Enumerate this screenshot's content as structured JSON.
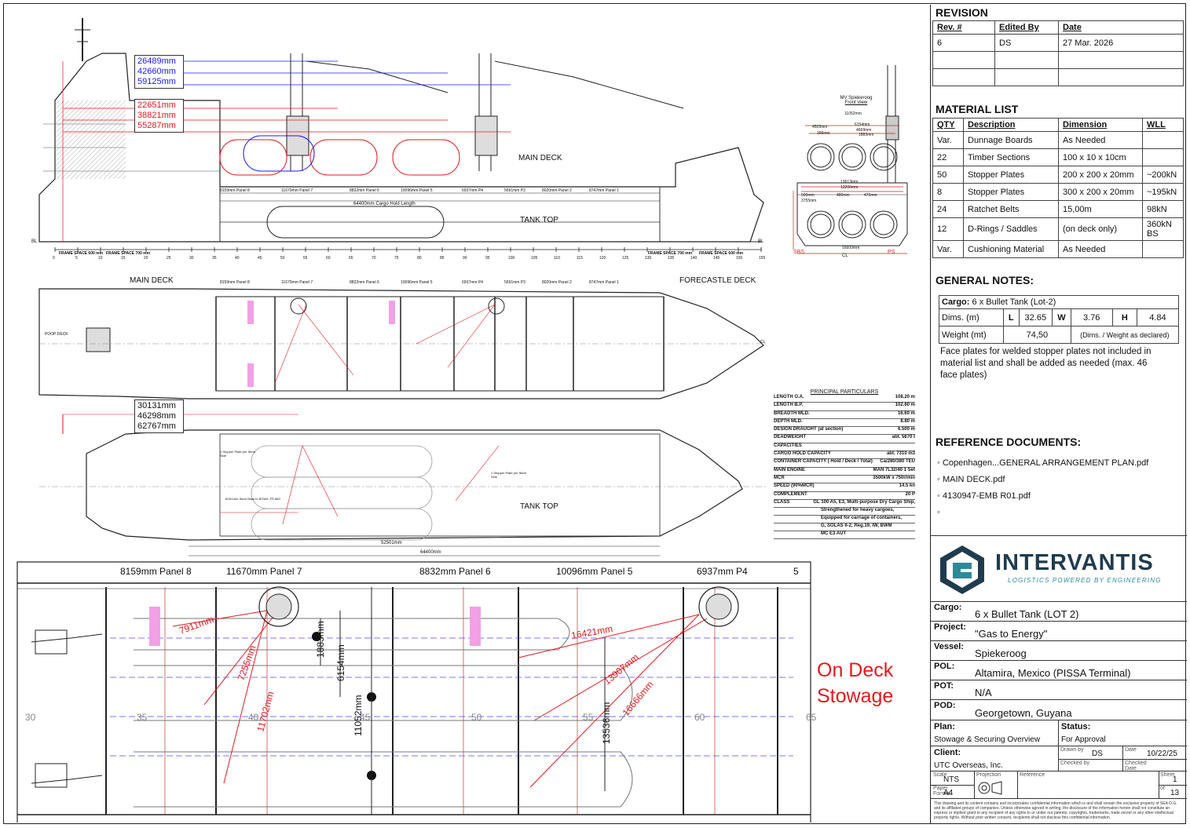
{
  "revision": {
    "heading": "REVISION",
    "columns": [
      "Rev. #",
      "Edited By",
      "Date"
    ],
    "rows": [
      [
        "6",
        "DS",
        "27 Mar. 2026"
      ]
    ]
  },
  "material_list": {
    "heading": "MATERIAL LIST",
    "columns": [
      "QTY",
      "Description",
      "Dimension",
      "WLL"
    ],
    "rows": [
      [
        "Var.",
        "Dunnage Boards",
        "As Needed",
        ""
      ],
      [
        "22",
        "Timber Sections",
        "100 x 10 x 10cm",
        ""
      ],
      [
        "50",
        "Stopper Plates",
        "200 x 200 x 20mm",
        "~200kN"
      ],
      [
        "8",
        "Stopper Plates",
        "300 x 200 x 20mm",
        "~195kN"
      ],
      [
        "24",
        "Ratchet Belts",
        "15,00m",
        "98kN"
      ],
      [
        "12",
        "D-Rings / Saddles",
        "(on deck only)",
        "360kN BS"
      ],
      [
        "Var.",
        "Cushioning Material",
        "As Needed",
        ""
      ]
    ]
  },
  "general_notes": {
    "heading": "GENERAL NOTES:",
    "cargo_label": "Cargo:",
    "cargo_value": "6 x Bullet Tank (Lot-2)",
    "dims_label": "Dims. (m)",
    "l_label": "L",
    "l_value": "32.65",
    "w_label": "W",
    "w_value": "3.76",
    "h_label": "H",
    "h_value": "4.84",
    "weight_label": "Weight (mt)",
    "weight_value": "74,50",
    "weight_note": "(Dims. / Weight as declared)",
    "note": "Face plates for welded stopper plates not included in material list and shall be added as needed (max. 46 face plates)"
  },
  "reference_documents": {
    "heading": "REFERENCE DOCUMENTS:",
    "items": [
      "Copenhagen...GENERAL ARRANGEMENT PLAN.pdf",
      "MAIN DECK.pdf",
      "4130947-EMB R01.pdf",
      ""
    ]
  },
  "logo": {
    "name": "INTERVANTIS",
    "tagline": "LOGISTICS POWERED BY ENGINEERING",
    "brand_color": "#1f3c4f",
    "accent_color": "#2d8a97"
  },
  "title_block": {
    "cargo_label": "Cargo:",
    "cargo": "6 x Bullet Tank (LOT 2)",
    "project_label": "Project:",
    "project": "\"Gas to Energy\"",
    "vessel_label": "Vessel:",
    "vessel": "Spiekeroog",
    "pol_label": "POL:",
    "pol": "Altamira, Mexico (PISSA Terminal)",
    "pot_label": "POT:",
    "pot": "N/A",
    "pod_label": "POD:",
    "pod": "Georgetown, Guyana",
    "plan_label": "Plan:",
    "plan": "Stowage & Securing Overview",
    "status_label": "Status:",
    "status": "For Approval",
    "client_label": "Client:",
    "client": "UTC Overseas, Inc.",
    "drawn_by_label": "Drawn by",
    "drawn_by": "DS",
    "date_label": "Date",
    "date": "10/22/25",
    "checked_by_label": "Checked by",
    "checked_date_label": "Checked Date",
    "scale_label": "Scale",
    "scale": "NTS",
    "projection_label": "Projection",
    "reference_label": "Reference",
    "paper_label": "Paper Format",
    "paper": "A4",
    "sheet_label": "Sheet",
    "sheet": "1",
    "of_label": "of",
    "of": "13",
    "disclaimer": "This drawing and its content contains and incorporates confidential information which is and shall remain the exclusive property of SEA O.G. and its affiliated groups of companies. Unless otherwise agreed in writing, the disclosure of the information herein shall not constitute an express or implied grant to any recipient of any rights to or under our patents, copyrights, trademarks, trade secret or any other intellectual property rights. Without prior written consent, recipients shall not disclose this confidential information."
  },
  "drawing": {
    "profile": {
      "main_deck": "MAIN DECK",
      "tank_top": "TANK TOP",
      "blue_dims": [
        "26489mm",
        "42660mm",
        "59125mm"
      ],
      "red_dims": [
        "22651mm",
        "38821mm",
        "55287mm"
      ],
      "panels": [
        "8159mm Panel 8",
        "11670mm Panel 7",
        "8832mm Panel 6",
        "10096mm Panel 5",
        "6937mm P4",
        "5691mm P3",
        "8020mm Panel 2",
        "8747mm Panel 1"
      ],
      "hold_length": "64400mm Cargo Hold Length",
      "frame_left": "FRAME SPACE 600 mm",
      "frame_mid": "FRAME SPACE 700 mm",
      "frame_right": "FRAME SPACE 700 mm",
      "frame_right2": "FRAME SPACE 600 mm",
      "bl": "BL",
      "frame_numbers": [
        "0",
        "5",
        "10",
        "15",
        "20",
        "25",
        "30",
        "35",
        "40",
        "45",
        "50",
        "55",
        "60",
        "65",
        "70",
        "75",
        "80",
        "85",
        "90",
        "95",
        "100",
        "105",
        "110",
        "115",
        "120",
        "125",
        "130",
        "135",
        "140",
        "145",
        "150",
        "155"
      ]
    },
    "front_view": {
      "title": "MV Spiekeroog",
      "subtitle": "Front View",
      "sbs": "SBS",
      "ps": "PS",
      "cl": "CL",
      "dims": [
        "11052mm",
        "6154mm",
        "4503mm",
        "4669mm",
        "1883mm",
        "399mm",
        "13613mm",
        "13200mm",
        "500mm",
        "3755mm",
        "480mm",
        "470mm",
        "16600mm"
      ]
    },
    "plan_main_deck": {
      "main_deck": "MAIN DECK",
      "forecastle": "FORECASTLE DECK",
      "poop_deck": "POOP DECK",
      "panels": [
        "8159mm Panel 8",
        "11670mm Panel 7",
        "8832mm Panel 6",
        "10096mm Panel 5",
        "6937mm P4",
        "5691mm P3",
        "8020mm Panel 2",
        "8747mm Panel 1"
      ],
      "dims": [
        "30131mm",
        "46298mm",
        "62767mm"
      ],
      "cl": "CL"
    },
    "plan_tank_top": {
      "tank_top": "TANK TOP",
      "length_a": "52501mm",
      "length_b": "64400mm",
      "stopper_note_a": "1 Stopper Plate per Stern Side",
      "stopper_note_b": "1 Stopper Plate per Stern Side",
      "dim_a": "16311mm Stern Blast to BOW/L FR 880"
    },
    "principal_particulars": {
      "title": "PRINCIPAL PARTICULARS",
      "rows": [
        [
          "LENGTH O.A.",
          "108.20 m"
        ],
        [
          "LENGTH B.P.",
          "102.60 m"
        ],
        [
          "BREADTH MLD.",
          "16.60 m"
        ],
        [
          "DEPTH MLD.",
          "8.80 m"
        ],
        [
          "DESIGN DRAUGHT (at section)",
          "6.500 m"
        ],
        [
          "DEADWEIGHT",
          "abt. 5670 t"
        ],
        [
          "CAPACITIES",
          ""
        ],
        [
          "CARGO HOLD CAPACITY",
          "abt. 7310 m3"
        ],
        [
          "CONTAINER CAPACITY ( Hold / Deck / Total)",
          "Ca/280/380 TEU"
        ],
        [
          "MAIN ENGINE",
          "MAN 7L32/40  1 Set"
        ],
        [
          "MCR",
          "3500kW x 750r/min"
        ],
        [
          "SPEED (90%MCR)",
          "14.5 kn"
        ],
        [
          "COMPLEMENT",
          "20 P"
        ],
        [
          "CLASS",
          "GL 100 A5, E3, Multi-purpose Dry Cargo Ship,"
        ]
      ],
      "class_notes": [
        "Strengthened for heavy cargoes,",
        "Equipped for carriage of containers,",
        "G, SOLAS II-2, Reg.19, IW, BWM",
        "MC E3 AUT"
      ]
    },
    "detail": {
      "title_line1": "On Deck",
      "title_line2": "Stowage",
      "panels": [
        "8159mm Panel 8",
        "11670mm Panel 7",
        "8832mm Panel 6",
        "10096mm Panel 5",
        "6937mm P4",
        "5"
      ],
      "red_dims": [
        "7911mm",
        "7255mm",
        "11702mm",
        "16421mm",
        "13907mm",
        "16666mm"
      ],
      "black_dims": [
        "1883mm",
        "6154mm",
        "11052mm",
        "13536mm"
      ],
      "frames": [
        "30",
        "35",
        "40",
        "45",
        "50",
        "55",
        "60",
        "65"
      ]
    }
  }
}
